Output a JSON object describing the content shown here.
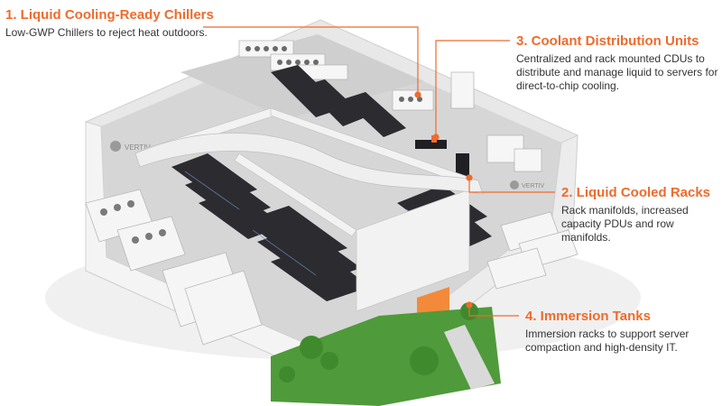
{
  "colors": {
    "accent": "#ee6b2d",
    "text": "#333333",
    "building_wall": "#f0f0f0",
    "floor": "#d8d8d8",
    "rack": "#2b2b30",
    "grass": "#4f9a3a"
  },
  "callouts": [
    {
      "title": "1.  Liquid Cooling-Ready Chillers",
      "description": "Low-GWP Chillers to reject heat outdoors."
    },
    {
      "title": "3. Coolant Distribution Units",
      "description": "Centralized and rack mounted CDUs to distribute and manage liquid to servers for direct-to-chip cooling."
    },
    {
      "title": "2. Liquid Cooled Racks",
      "description": "Rack manifolds, increased capacity PDUs and row manifolds."
    },
    {
      "title": "4. Immersion Tanks",
      "description": "Immersion racks to support server compaction and high-density IT."
    }
  ],
  "building": {
    "brand_mark": "VERTIV"
  }
}
